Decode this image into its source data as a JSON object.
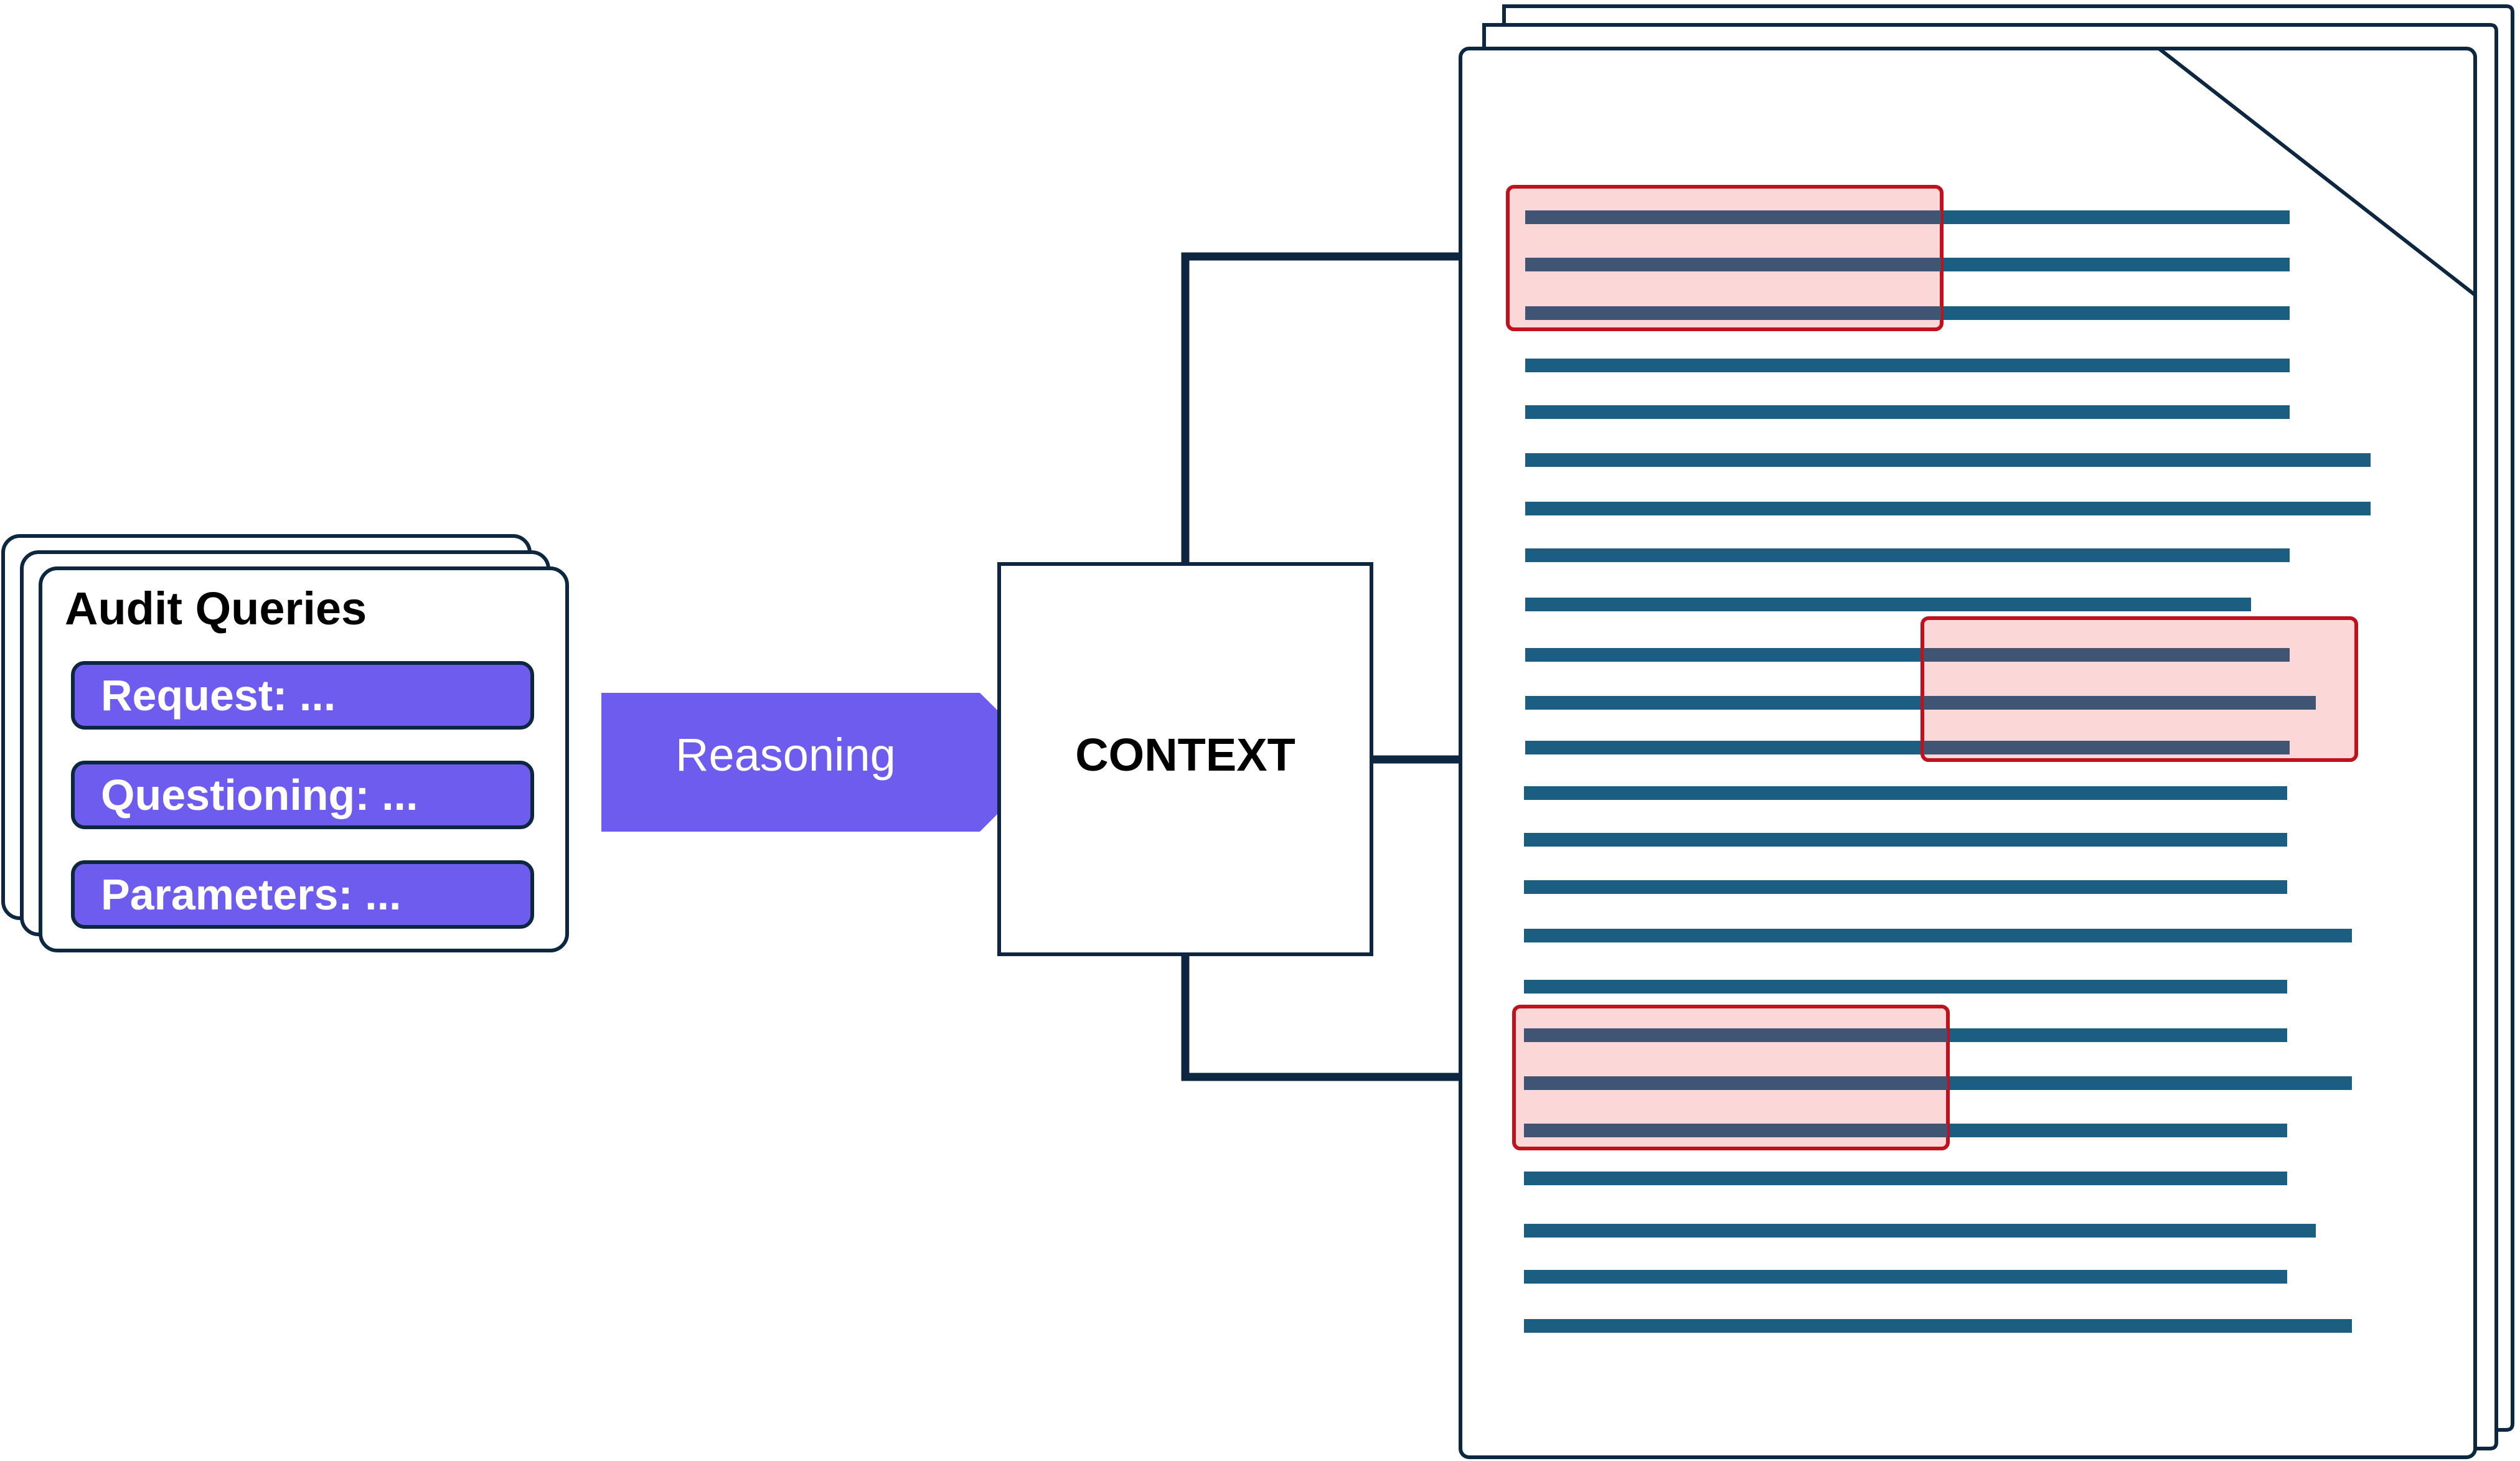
{
  "query_panel": {
    "title": "Audit Queries",
    "fields": [
      "Request: ...",
      "Questioning: ...",
      "Parameters: ..."
    ],
    "field_color": "#6e5cef"
  },
  "arrow": {
    "label": "Reasoning",
    "color": "#6e5cef"
  },
  "context": {
    "label": "CONTEXT"
  },
  "document": {
    "line_color": "#1c5e82",
    "highlight_fill": "#fbd3d4",
    "highlight_border": "#c0121c",
    "connector_color": "#0d2740"
  }
}
